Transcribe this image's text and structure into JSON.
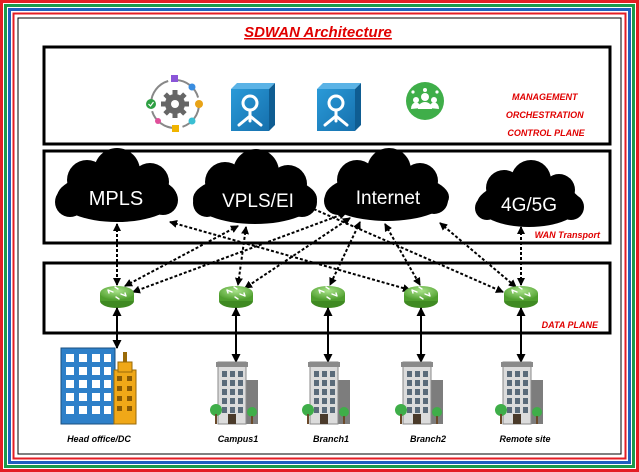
{
  "title": "SDWAN Architecture",
  "management": {
    "label_lines": [
      "MANAGEMENT",
      "ORCHESTRATION",
      "CONTROL PLANE"
    ],
    "icons": [
      "orchestration-cycle-icon",
      "vsmart-controller-icon",
      "vbond-orchestrator-icon",
      "vmanage-team-icon"
    ]
  },
  "wan": {
    "label": "WAN Transport",
    "clouds": [
      "MPLS",
      "VPLS/EI",
      "Internet",
      "4G/5G"
    ]
  },
  "data_plane": {
    "label": "DATA PLANE",
    "router_icon": "router-icon"
  },
  "sites": [
    "Head office/DC",
    "Campus1",
    "Branch1",
    "Branch2",
    "Remote site"
  ],
  "colors": {
    "title_red": "#e00000",
    "router_green": "#6cc24a",
    "controller_blue": "#1d86c8",
    "team_green": "#3fae49",
    "frame_red": "#e31e24",
    "frame_green": "#1a9a4b",
    "frame_blue": "#1f5fbf"
  }
}
